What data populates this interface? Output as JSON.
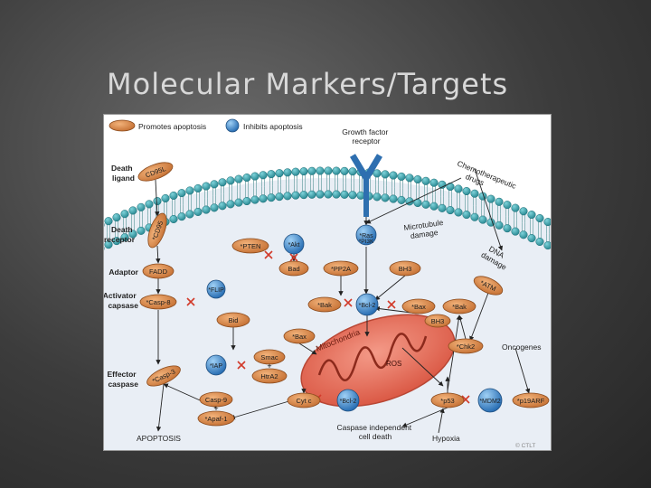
{
  "slide": {
    "title": "Molecular Markers/Targets"
  },
  "figure": {
    "legend": {
      "promotes": "Promotes apoptosis",
      "inhibits": "Inhibits apoptosis"
    },
    "top_labels": {
      "growth_factor": [
        "Growth factor",
        "receptor"
      ]
    },
    "left_labels": {
      "death_ligand": [
        "Death",
        "ligand"
      ],
      "death_receptor": [
        "Death",
        "receptor"
      ],
      "adaptor": "Adaptor",
      "activator_caspase": [
        "Activator",
        "capsase"
      ],
      "effector_caspase": [
        "Effector",
        "caspase"
      ],
      "apoptosis": "APOPTOSIS"
    },
    "molecules": {
      "cd95l": "CD95L",
      "cd95": "*CD95",
      "fadd": "FADD",
      "flip": "*FLIP",
      "casp8": "*Casp-8",
      "bid": "Bid",
      "iap": "*IAP",
      "casp3": "*Casp-3",
      "casp9": "Casp-9",
      "apaf1": "*Apaf-1",
      "pten": "*PTEN",
      "akt": "*Akt",
      "ras": "*Ras",
      "pi3k": "*PI3K",
      "bad": "Bad",
      "pp2a": "*PP2A",
      "bh3_top": "BH3",
      "bak_left": "*Bak",
      "bcl2_center": "*Bcl-2",
      "bax_right": "*Bax",
      "bak_right": "*Bak",
      "bh3_right": "BH3",
      "bax_mid": "*Bax",
      "smac": "Smac",
      "plus_smac": "+",
      "htra2": "HtrA2",
      "cytc": "Cyt c",
      "bcl2_bottom": "*Bcl-2",
      "chk2": "*Chk2",
      "atm": "*ATM",
      "p53": "*p53",
      "mdm2": "*MDM2",
      "p19arf": "*p19ARF",
      "plus_casp": "+"
    },
    "annotations": {
      "chemo": [
        "Chemotherapeutic",
        "drugs"
      ],
      "microtubule": [
        "Microtubule",
        "damage"
      ],
      "dna_damage": [
        "DNA",
        "damage"
      ],
      "mitochondria": "Mitochondria",
      "ros": "ROS",
      "oncogenes": "Oncogenes",
      "caspase_independent": [
        "Caspase independent",
        "cell death"
      ],
      "hypoxia": "Hypoxia",
      "watermark": "© CTLT"
    },
    "colors": {
      "promotes_fill": "#d98a4a",
      "inhibits_fill": "#3a86c9",
      "membrane_head": "#3aa0a8",
      "mitochondrion": "#e8705c",
      "receptor": "#2e6fb0",
      "cytoplasm": "#e9eef5"
    }
  }
}
